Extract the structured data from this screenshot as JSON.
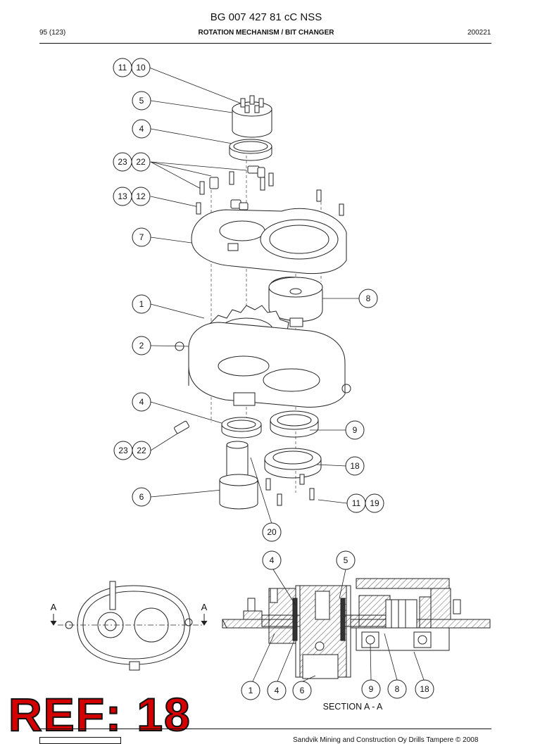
{
  "document": {
    "title": "BG 007 427 81 cC NSS",
    "page": "95 (123)",
    "section": "ROTATION MECHANISM / BIT CHANGER",
    "code": "200221"
  },
  "exploded_view": {
    "balloons": [
      "11",
      "10",
      "5",
      "4",
      "23",
      "22",
      "13",
      "12",
      "7",
      "8",
      "1",
      "2",
      "4",
      "9",
      "23",
      "22",
      "18",
      "6",
      "11",
      "19",
      "20"
    ]
  },
  "section_view": {
    "balloons_top": [
      "4",
      "5"
    ],
    "balloons_bottom": [
      "1",
      "4",
      "6",
      "9",
      "8",
      "18"
    ],
    "caption": "SECTION A - A",
    "cut_marks": [
      "A",
      "A"
    ]
  },
  "stamp": {
    "text": "REF: 18"
  },
  "footer": {
    "text": "Sandvik Mining and Construction Oy Drills Tampere © 2008"
  }
}
